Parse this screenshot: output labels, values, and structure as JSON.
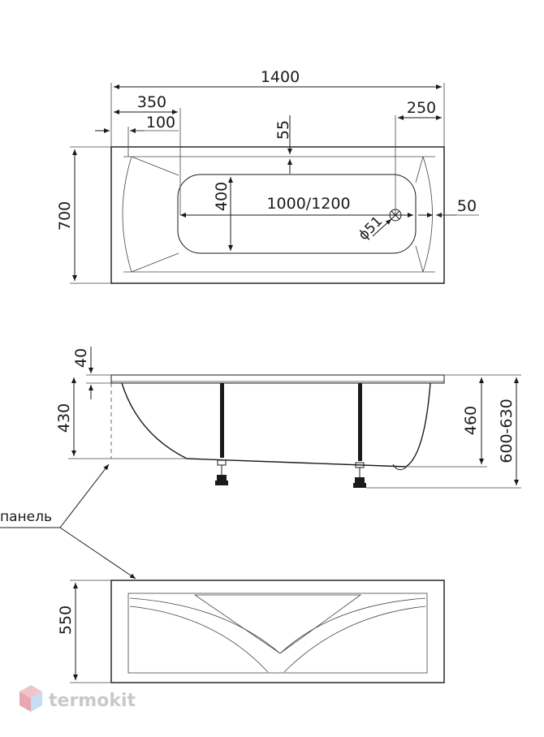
{
  "top_view": {
    "length": "1400",
    "offset_left": "350",
    "offset_right": "250",
    "rim_left": "100",
    "rim_top": "55",
    "width": "700",
    "inner_width": "400",
    "inner_length": "1000/1200",
    "drain_diameter": "ϕ51",
    "rim_right": "50"
  },
  "side_view": {
    "rim_height": "40",
    "bowl_height": "430",
    "depth": "460",
    "overall_height": "600-630"
  },
  "panel": {
    "callout": "панель",
    "height": "550"
  },
  "watermark": {
    "brand": "termokit",
    "logo_colors": [
      "#e8a7b3",
      "#9fc3e6"
    ]
  }
}
